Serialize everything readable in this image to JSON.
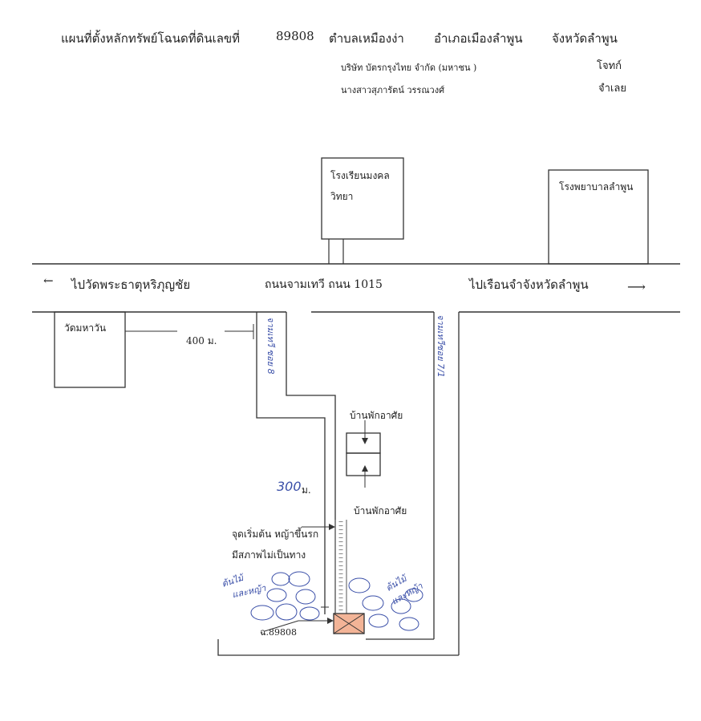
{
  "header": {
    "title": "แผนที่ตั้งหลักทรัพย์โฉนดที่ดินเลขที่",
    "deed_no": "89808",
    "subdistrict": "ตำบลเหมืองง่า",
    "district": "อำเภอเมืองลำพูน",
    "province": "จังหวัดลำพูน"
  },
  "parties": {
    "plaintiff_name": "บริษัท บัตรกรุงไทย จำกัด (มหาชน )",
    "plaintiff_role": "โจทก์",
    "defendant_name": "นางสาวสุภารัตน์ วรรณวงศ์",
    "defendant_role": "จำเลย"
  },
  "buildings": {
    "school_line1": "โรงเรียนมงคล",
    "school_line2": "วิทยา",
    "hospital": "โรงพยาบาลลำพูน",
    "temple": "วัดมหาวัน",
    "house_top": "บ้านพักอาศัย",
    "house_bottom": "บ้านพักอาศัย"
  },
  "road": {
    "to_left": "ไปวัดพระธาตุหริภุญชัย",
    "name": "ถนนจามเทวี  ถนน 1015",
    "to_right": "ไปเรือนจำจังหวัดลำพูน",
    "arrow_left": "←",
    "arrow_right": "⟶"
  },
  "annotations": {
    "distance_temple": "400 ม.",
    "distance_lane_number": "300",
    "distance_lane_unit": "ม.",
    "start_point_line1": "จุดเริ่มต้น หญ้าขึ้นรก",
    "start_point_line2": "มีสภาพไม่เป็นทาง",
    "parcel_label": "ฉ.89808",
    "soi_left": "จามเทวี ซอย 8",
    "soi_right": "จามเทวีซอย 7/1",
    "trees_left_line1": "ต้นไม้",
    "trees_left_line2": "และหญ้า",
    "trees_right_line1": "ต้นไม้",
    "trees_right_line2": "และหญ้า"
  }
}
